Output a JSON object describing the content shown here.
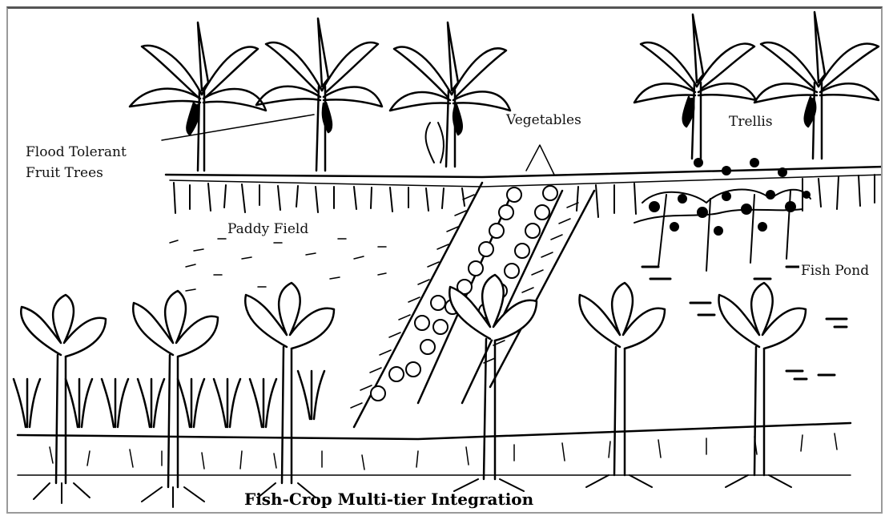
{
  "labels": {
    "flood_tolerant_line1": "Flood Tolerant",
    "flood_tolerant_line2": "Fruit Trees",
    "vegetables": "Vegetables",
    "trellis": "Trellis",
    "paddy_field": "Paddy Field",
    "fish_pond": "Fish Pond"
  },
  "title": "Fish-Crop Multi-tier Integration"
}
